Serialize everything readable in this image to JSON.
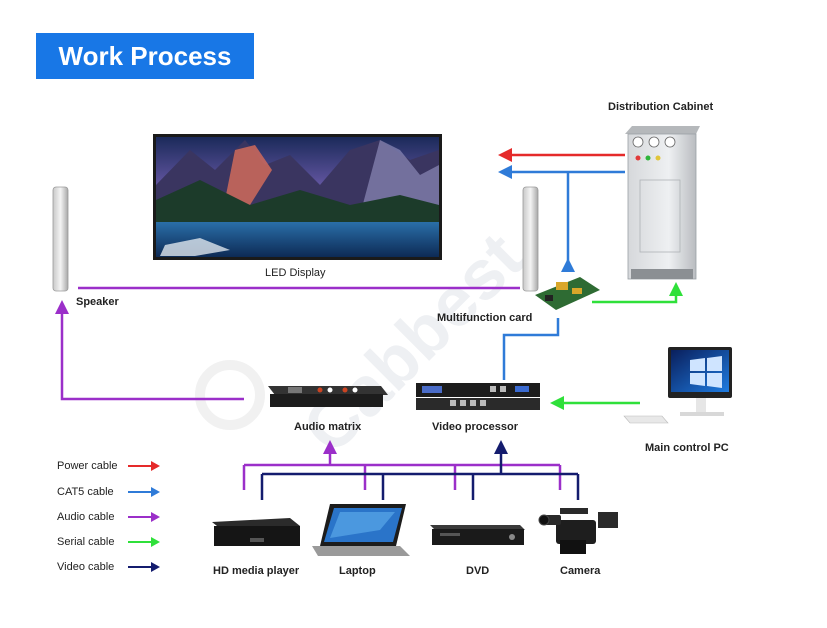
{
  "header": {
    "title": "Work Process"
  },
  "watermark": "Cabbest",
  "components": {
    "led_display": "LED Display",
    "speaker": "Speaker",
    "distribution_cabinet": "Distribution Cabinet",
    "multifunction_card": "Multifunction card",
    "audio_matrix": "Audio matrix",
    "video_processor": "Video processor",
    "main_control_pc": "Main control PC",
    "hd_media_player": "HD media player",
    "laptop": "Laptop",
    "dvd": "DVD",
    "camera": "Camera"
  },
  "legend": [
    {
      "label": "Power cable",
      "color": "#e52a2a"
    },
    {
      "label": "CAT5 cable",
      "color": "#2f7bd8"
    },
    {
      "label": "Audio cable",
      "color": "#9b2fc9"
    },
    {
      "label": "Serial cable",
      "color": "#2fe03a"
    },
    {
      "label": "Video cable",
      "color": "#141c6e"
    }
  ],
  "colors": {
    "title_bg": "#1877e6",
    "power": "#e52a2a",
    "cat5": "#2f7bd8",
    "audio": "#9b2fc9",
    "serial": "#2fe03a",
    "video": "#141c6e"
  }
}
